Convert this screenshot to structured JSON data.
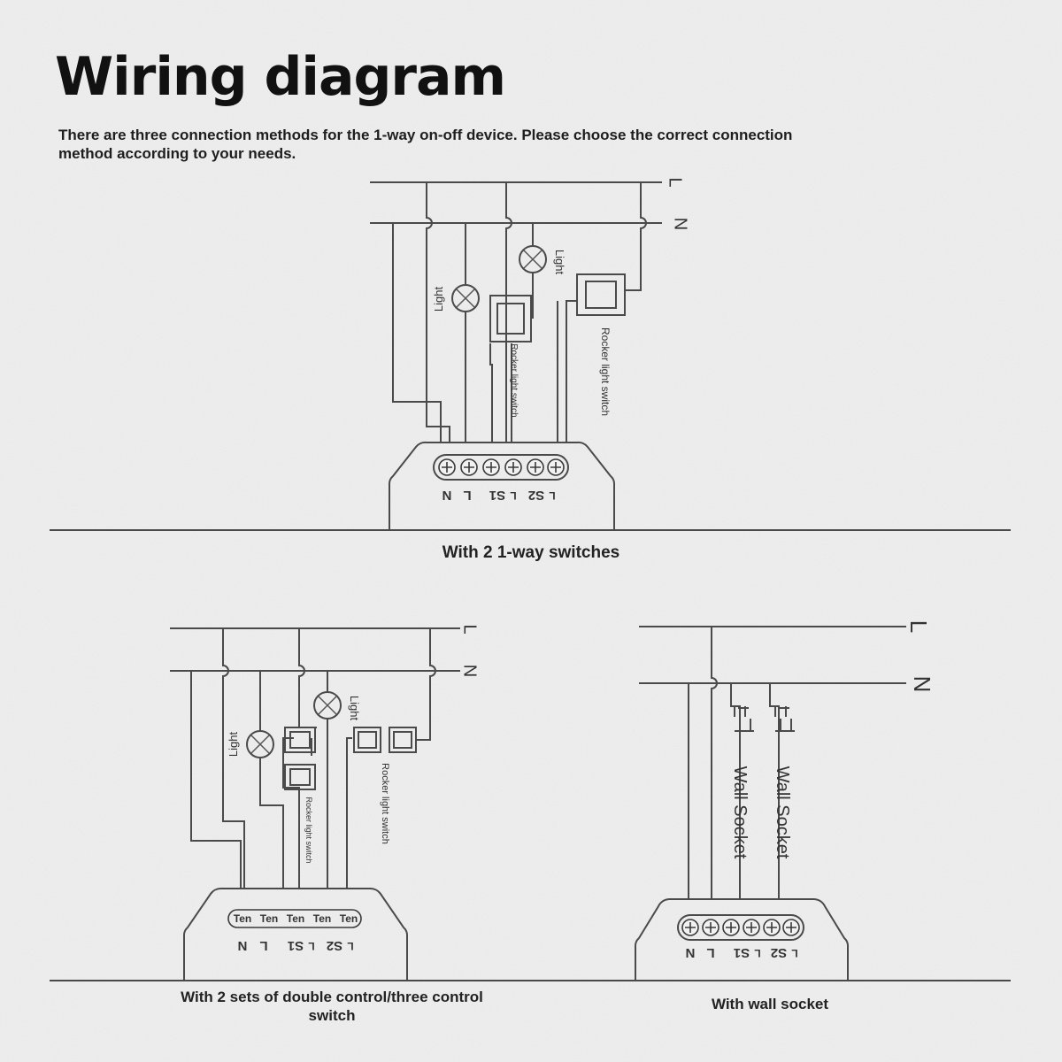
{
  "header": {
    "title": "Wiring diagram",
    "subtitle": "There are three connection methods for the 1-way on-off device. Please choose the correct connection method according to your needs."
  },
  "lines": {
    "live": "L",
    "neutral": "N"
  },
  "labels": {
    "light": "Light",
    "rocker_switch": "Rocker light switch",
    "wall_socket": "Wall Socket"
  },
  "terminals": {
    "n": "N",
    "l": "L",
    "s1": "S1",
    "s2": "S2",
    "s1_mark": "L",
    "s2_mark": "L",
    "screw_text": "Ten"
  },
  "diagrams": [
    {
      "caption": "With 2 1-way switches"
    },
    {
      "caption": "With 2 sets of double control/three control switch"
    },
    {
      "caption": "With wall socket"
    }
  ]
}
